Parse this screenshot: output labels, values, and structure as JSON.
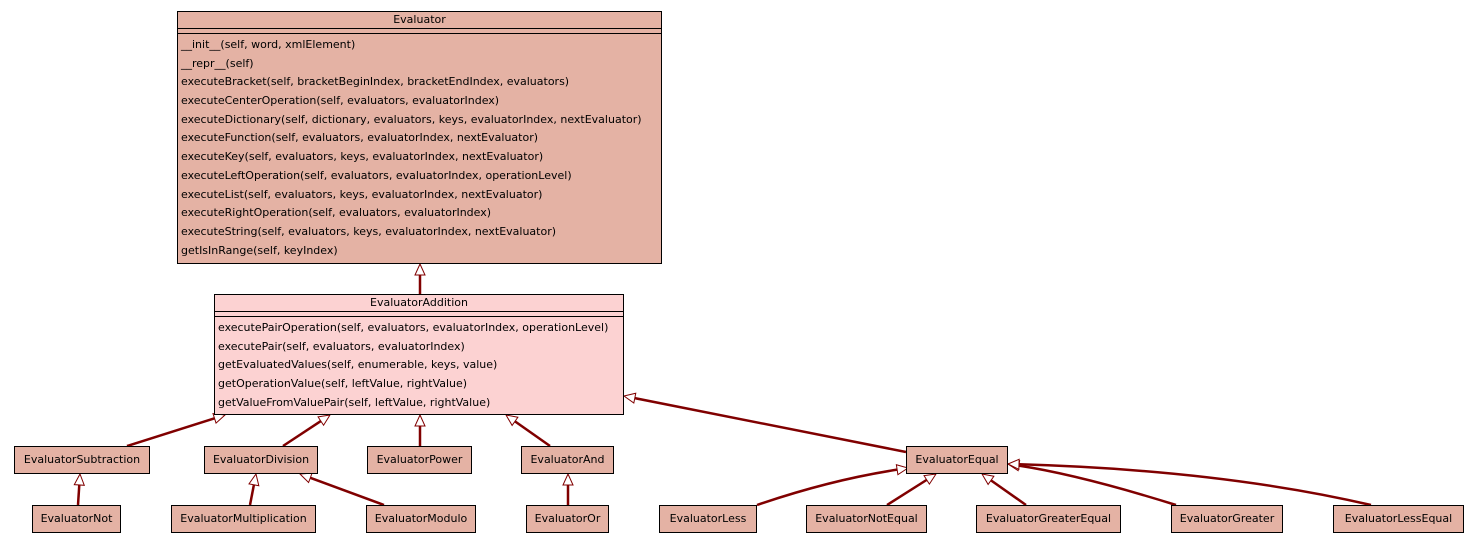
{
  "colors": {
    "edge": "#800000",
    "base_fill": "#e4b2a4",
    "mid_fill": "#fcd2d2"
  },
  "classes": {
    "evaluator": {
      "name": "Evaluator",
      "methods": [
        "__init__(self, word, xmlElement)",
        "__repr__(self)",
        "executeBracket(self, bracketBeginIndex, bracketEndIndex, evaluators)",
        "executeCenterOperation(self, evaluators, evaluatorIndex)",
        "executeDictionary(self, dictionary, evaluators, keys, evaluatorIndex, nextEvaluator)",
        "executeFunction(self, evaluators, evaluatorIndex, nextEvaluator)",
        "executeKey(self, evaluators, keys, evaluatorIndex, nextEvaluator)",
        "executeLeftOperation(self, evaluators, evaluatorIndex, operationLevel)",
        "executeList(self, evaluators, keys, evaluatorIndex, nextEvaluator)",
        "executeRightOperation(self, evaluators, evaluatorIndex)",
        "executeString(self, evaluators, keys, evaluatorIndex, nextEvaluator)",
        "getIsInRange(self, keyIndex)"
      ]
    },
    "evaluator_addition": {
      "name": "EvaluatorAddition",
      "methods": [
        "executePairOperation(self, evaluators, evaluatorIndex, operationLevel)",
        "executePair(self, evaluators, evaluatorIndex)",
        "getEvaluatedValues(self, enumerable, keys, value)",
        "getOperationValue(self, leftValue, rightValue)",
        "getValueFromValuePair(self, leftValue, rightValue)"
      ]
    },
    "leaves": {
      "subtraction": "EvaluatorSubtraction",
      "division": "EvaluatorDivision",
      "power": "EvaluatorPower",
      "and": "EvaluatorAnd",
      "equal": "EvaluatorEqual",
      "not": "EvaluatorNot",
      "multiplication": "EvaluatorMultiplication",
      "modulo": "EvaluatorModulo",
      "or": "EvaluatorOr",
      "less": "EvaluatorLess",
      "not_equal": "EvaluatorNotEqual",
      "greater_equal": "EvaluatorGreaterEqual",
      "greater": "EvaluatorGreater",
      "less_equal": "EvaluatorLessEqual"
    }
  }
}
